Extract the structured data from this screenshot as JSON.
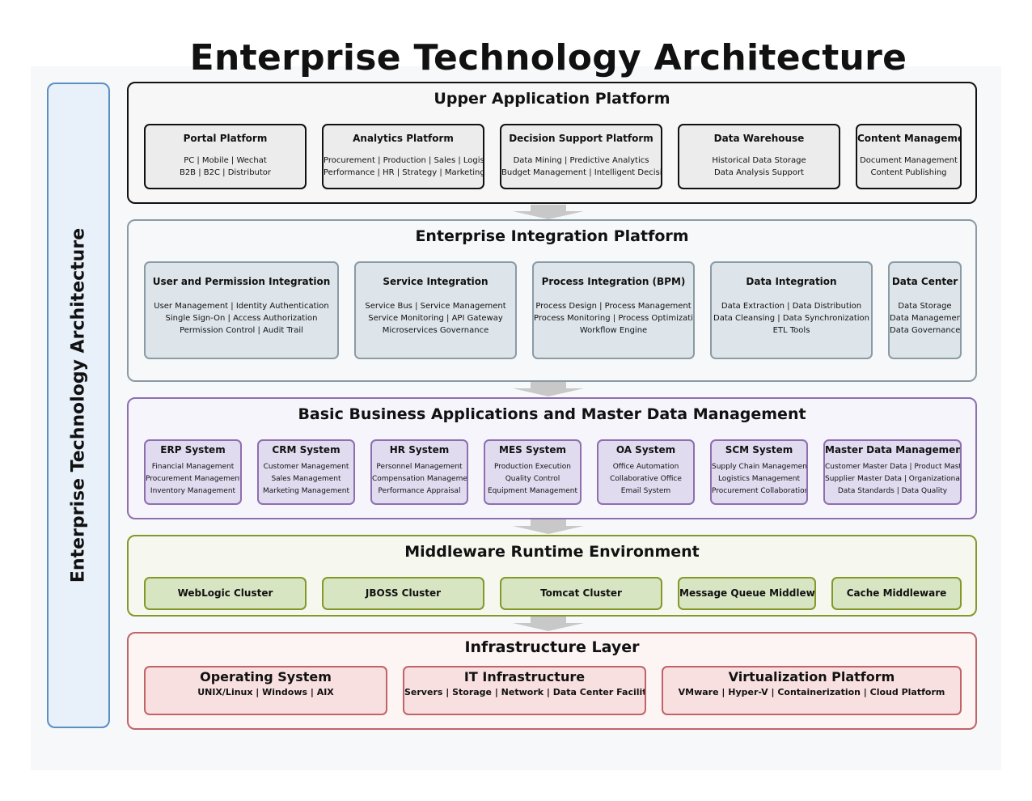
{
  "title": "Enterprise Technology Architecture",
  "sidebar_label": "Enterprise Technology Architecture",
  "colors": {
    "upper_border": "#111111",
    "integration_border": "#8a9ba6",
    "business_border": "#8d6fb0",
    "middleware_border": "#84982a",
    "infrastructure_border": "#c06468",
    "sidebar_border": "#5b8fc2"
  },
  "layers": {
    "upper": {
      "title": "Upper Application Platform",
      "modules": [
        {
          "title": "Portal Platform",
          "lines": [
            "PC | Mobile | Wechat",
            "B2B | B2C | Distributor"
          ]
        },
        {
          "title": "Analytics Platform",
          "lines": [
            "Procurement | Production | Sales | Logistics",
            "Performance | HR | Strategy | Marketing"
          ]
        },
        {
          "title": "Decision Support Platform",
          "lines": [
            "Data Mining | Predictive Analytics",
            "Budget Management | Intelligent Decision"
          ]
        },
        {
          "title": "Data Warehouse",
          "lines": [
            "Historical Data Storage",
            "Data Analysis Support"
          ]
        },
        {
          "title": "Content Management",
          "lines": [
            "Document Management",
            "Content Publishing"
          ]
        }
      ]
    },
    "integration": {
      "title": "Enterprise Integration Platform",
      "modules": [
        {
          "title": "User and Permission Integration",
          "lines": [
            "User Management | Identity Authentication",
            "Single Sign-On | Access Authorization",
            "Permission Control | Audit Trail"
          ]
        },
        {
          "title": "Service Integration",
          "lines": [
            "Service Bus | Service Management",
            "Service Monitoring | API Gateway",
            "Microservices Governance"
          ]
        },
        {
          "title": "Process Integration (BPM)",
          "lines": [
            "Process Design | Process Management",
            "Process Monitoring | Process Optimization",
            "Workflow Engine"
          ]
        },
        {
          "title": "Data Integration",
          "lines": [
            "Data Extraction | Data Distribution",
            "Data Cleansing | Data Synchronization",
            "ETL Tools"
          ]
        },
        {
          "title": "Data Center",
          "lines": [
            "Data Storage",
            "Data Management",
            "Data Governance"
          ]
        }
      ]
    },
    "business": {
      "title": "Basic Business Applications and Master Data Management",
      "modules": [
        {
          "title": "ERP System",
          "lines": [
            "Financial Management",
            "Procurement Management",
            "Inventory Management"
          ]
        },
        {
          "title": "CRM System",
          "lines": [
            "Customer Management",
            "Sales Management",
            "Marketing Management"
          ]
        },
        {
          "title": "HR System",
          "lines": [
            "Personnel Management",
            "Compensation Management",
            "Performance Appraisal"
          ]
        },
        {
          "title": "MES System",
          "lines": [
            "Production Execution",
            "Quality Control",
            "Equipment Management"
          ]
        },
        {
          "title": "OA System",
          "lines": [
            "Office Automation",
            "Collaborative Office",
            "Email System"
          ]
        },
        {
          "title": "SCM System",
          "lines": [
            "Supply Chain Management",
            "Logistics Management",
            "Procurement Collaboration"
          ]
        },
        {
          "title": "Master Data Management (MDM)",
          "lines": [
            "Customer Master Data | Product Master Data",
            "Supplier Master Data | Organizational Structure",
            "Data Standards | Data Quality"
          ]
        }
      ]
    },
    "middleware": {
      "title": "Middleware Runtime Environment",
      "modules": [
        {
          "title": "WebLogic Cluster"
        },
        {
          "title": "JBOSS Cluster"
        },
        {
          "title": "Tomcat Cluster"
        },
        {
          "title": "Message Queue Middleware"
        },
        {
          "title": "Cache Middleware"
        }
      ]
    },
    "infrastructure": {
      "title": "Infrastructure Layer",
      "modules": [
        {
          "title": "Operating System",
          "lines": [
            "UNIX/Linux | Windows | AIX"
          ]
        },
        {
          "title": "IT Infrastructure",
          "lines": [
            "Servers | Storage | Network | Data Center Facilities"
          ]
        },
        {
          "title": "Virtualization Platform",
          "lines": [
            "VMware | Hyper-V | Containerization | Cloud Platform"
          ]
        }
      ]
    }
  }
}
